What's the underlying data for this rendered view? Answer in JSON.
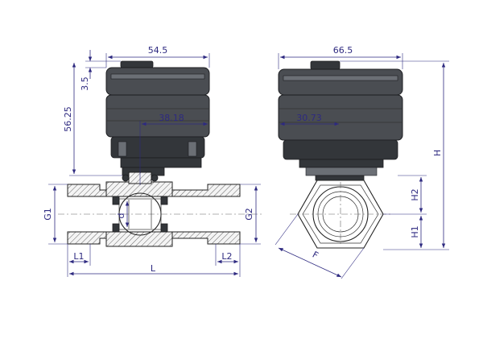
{
  "dimensions": {
    "left_top_width": "54.5",
    "left_cap": "3.5",
    "left_height": "56.25",
    "left_offset": "38.18",
    "right_top_width": "66.5",
    "right_offset": "30.73",
    "total_height": "H",
    "h2": "H2",
    "h1": "H1",
    "g1": "G1",
    "g2": "G2",
    "bore": "d",
    "l1": "L1",
    "l2": "L2",
    "length": "L",
    "flats": "F"
  },
  "colors": {
    "dimension": "#2e2a80",
    "actuator": "#4a4d52"
  }
}
